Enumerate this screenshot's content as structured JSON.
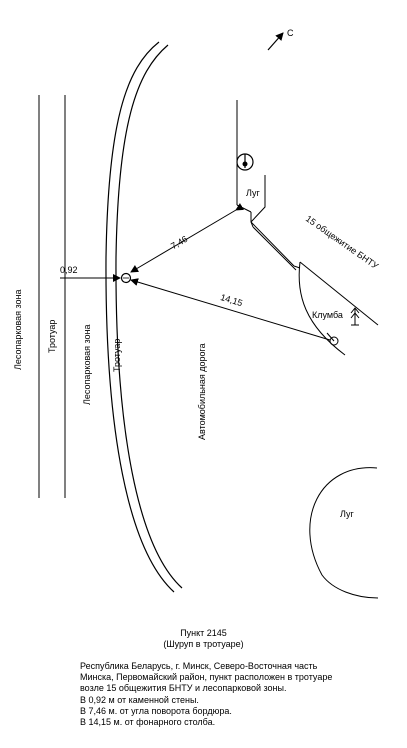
{
  "north_label": "С",
  "labels": {
    "forest_zone_left": "Лесопарковая зона",
    "sidewalk_left": "Тротуар",
    "forest_zone_middle": "Лесопарковая зона",
    "sidewalk_right": "Тротуар",
    "road": "Автомобильная дорога",
    "meadow_top": "Луг",
    "dormitory": "15 общежитие БНТУ",
    "flowerbed": "Клумба",
    "meadow_bottom": "Луг"
  },
  "distances": {
    "to_wall": "0,92",
    "to_curb_corner": "7,46",
    "to_lamp_post": "14,15"
  },
  "point": {
    "title": "Пункт 2145",
    "subtitle": "(Шуруп в тротуаре)"
  },
  "description": {
    "main": "Республика Беларусь, г. Минск, Северо-Восточная часть Минска, Первомайский район, пункт расположен в тротуаре возле 15 общежития БНТУ и лесопарковой зоны.",
    "lines": [
      "В 0,92 м от каменной стены.",
      "В 7,46 м. от угла поворота бордюра.",
      "В 14,15 м. от фонарного столба."
    ]
  }
}
